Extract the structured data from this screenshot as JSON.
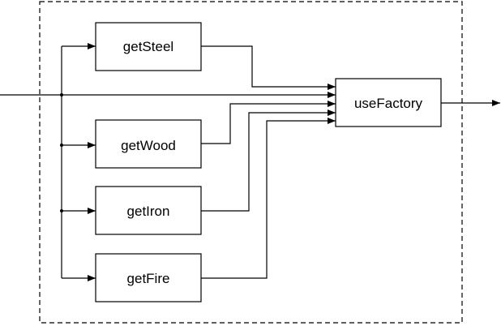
{
  "diagram": {
    "nodes": [
      {
        "id": "getSteel",
        "label": "getSteel"
      },
      {
        "id": "getWood",
        "label": "getWood"
      },
      {
        "id": "getIron",
        "label": "getIron"
      },
      {
        "id": "getFire",
        "label": "getFire"
      },
      {
        "id": "useFactory",
        "label": "useFactory"
      }
    ],
    "edges": [
      {
        "from": "input",
        "to": "getSteel"
      },
      {
        "from": "input",
        "to": "getWood"
      },
      {
        "from": "input",
        "to": "getIron"
      },
      {
        "from": "input",
        "to": "getFire"
      },
      {
        "from": "input",
        "to": "useFactory"
      },
      {
        "from": "getSteel",
        "to": "useFactory"
      },
      {
        "from": "getWood",
        "to": "useFactory"
      },
      {
        "from": "getIron",
        "to": "useFactory"
      },
      {
        "from": "getFire",
        "to": "useFactory"
      },
      {
        "from": "useFactory",
        "to": "output"
      }
    ],
    "stroke_color": "#000000",
    "background": "#ffffff"
  }
}
